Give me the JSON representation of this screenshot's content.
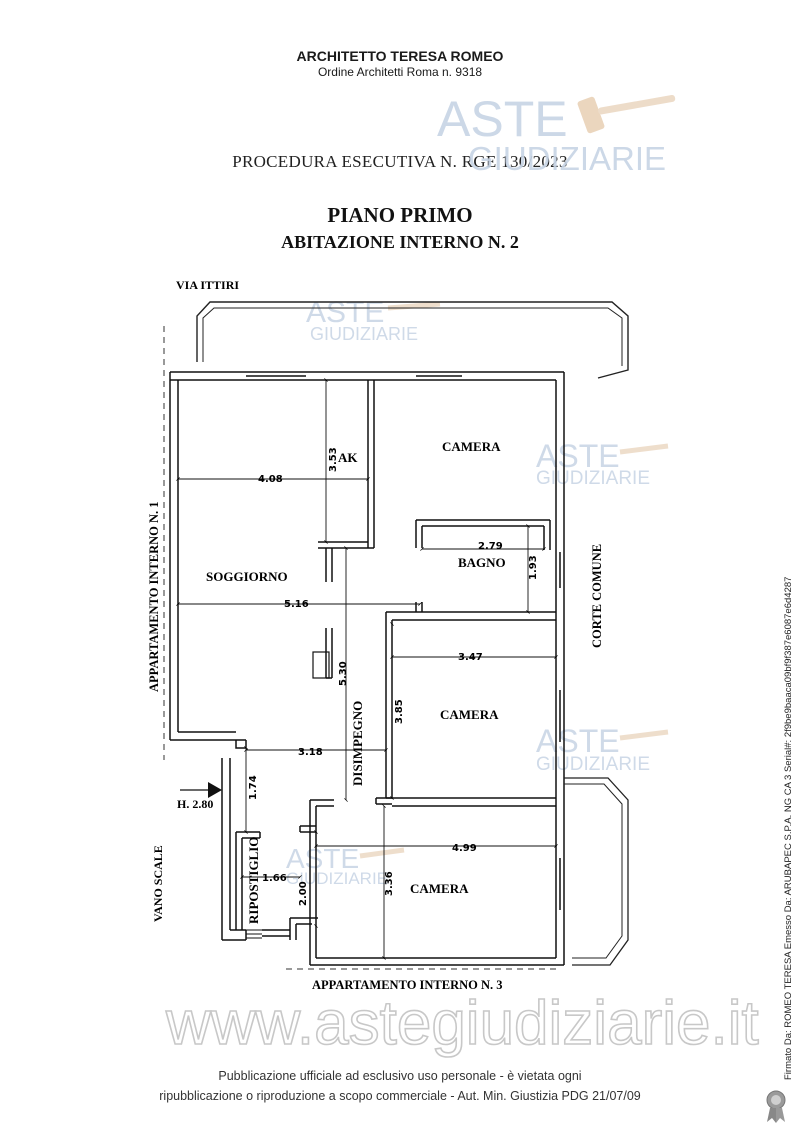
{
  "header": {
    "architect": "ARCHITETTO TERESA ROMEO",
    "order": "Ordine Architetti Roma n. 9318",
    "procedure": "PROCEDURA ESECUTIVA N. RGE 130/2023"
  },
  "title": {
    "line1": "PIANO  PRIMO",
    "line2": "ABITAZIONE INTERNO N. 2"
  },
  "plan": {
    "street": "VIA ITTIRI",
    "left_neighbor": "APPARTAMENTO INTERNO N. 1",
    "right_area": "CORTE COMUNE",
    "bottom_neighbor": "APPARTAMENTO INTERNO N. 3",
    "stairs": "VANO SCALE",
    "height": "H. 2.80",
    "rooms": {
      "ak": "AK",
      "camera_top": "CAMERA",
      "soggiorno": "SOGGIORNO",
      "bagno": "BAGNO",
      "camera_mid": "CAMERA",
      "camera_bottom": "CAMERA",
      "disimpegno": "DISIMPEGNO",
      "ripostiglio": "RIPOSTIGLIO"
    },
    "dimensions": {
      "d408": "4.08",
      "d353": "3.53",
      "d279": "2.79",
      "d193": "1.93",
      "d516": "5.16",
      "d347": "3.47",
      "d530": "5.30",
      "d385": "3.85",
      "d318": "3.18",
      "d174": "1.74",
      "d499": "4.99",
      "d166": "1.66",
      "d200": "2.00",
      "d336": "3.36"
    }
  },
  "watermark": {
    "logo_top": "ASTE",
    "logo_bottom": "GIUDIZIARIE",
    "site": "www.astegiudiziarie.it"
  },
  "footer": {
    "line1": "Pubblicazione ufficiale ad esclusivo uso personale - è vietata ogni",
    "line2": "ripubblicazione o riproduzione a scopo commerciale - Aut. Min. Giustizia PDG 21/07/09"
  },
  "signature": "Firmato Da: ROMEO TERESA Emesso Da: ARUBAPEC S.P.A. NG CA 3 Serial#: 2f9be9baaca09bf9f387e6087e6d4287"
}
